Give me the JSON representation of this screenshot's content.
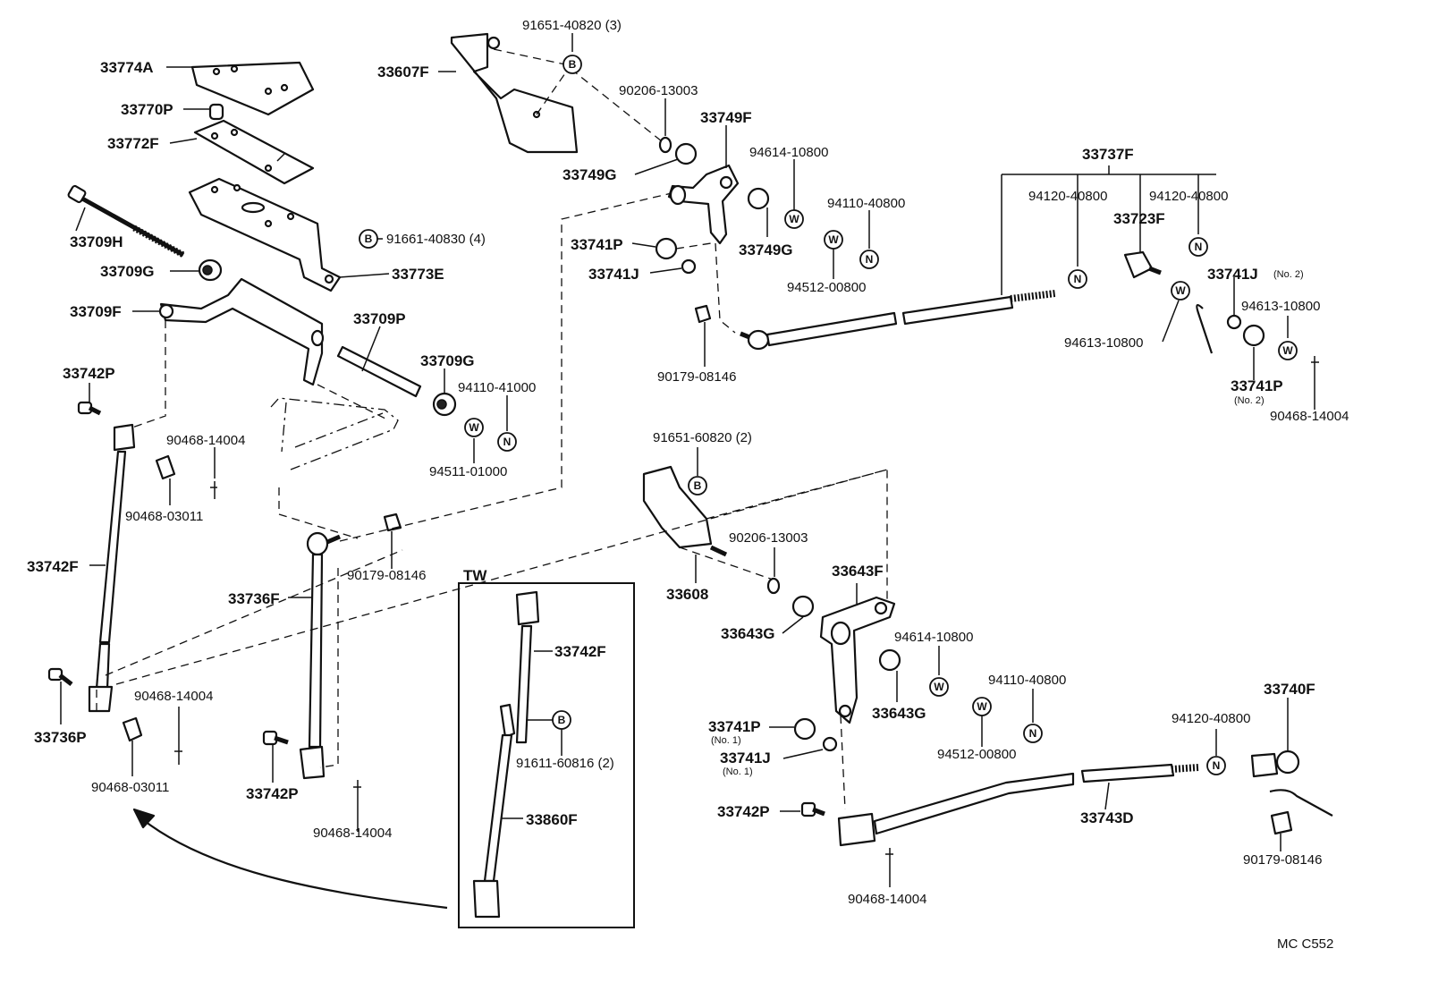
{
  "labels": {
    "p33774A": "33774A",
    "p33770P": "33770P",
    "p33772F": "33772F",
    "p33709H": "33709H",
    "p33709G_a": "33709G",
    "p33709F": "33709F",
    "p33742P_a": "33742P",
    "p33742F_a": "33742F",
    "p33736P": "33736P",
    "p90468_03011_a": "90468-03011",
    "p90468_14004_a": "90468-14004",
    "p90468_14004_b": "90468-14004",
    "p90468_03011_b": "90468-03011",
    "p33607F": "33607F",
    "p91651_40820": "91651-40820 (3)",
    "p90206_13003_a": "90206-13003",
    "p33749F": "33749F",
    "p33749G_a": "33749G",
    "p33749G_b": "33749G",
    "p94614_10800_a": "94614-10800",
    "p94110_40800_a": "94110-40800",
    "p94512_00800_a": "94512-00800",
    "p91661_40830": "91661-40830 (4)",
    "p33773E": "33773E",
    "p33741P_a": "33741P",
    "p33741J_a": "33741J",
    "p90179_08146_a": "90179-08146",
    "p33709P": "33709P",
    "p33709G_b": "33709G",
    "p94110_41000": "94110-41000",
    "p94511_01000": "94511-01000",
    "p33737F": "33737F",
    "p94120_40800_a": "94120-40800",
    "p94120_40800_b": "94120-40800",
    "p33723F": "33723F",
    "p33741J_b": "33741J",
    "p33741J_b_note": "(No. 2)",
    "p94613_10800_a": "94613-10800",
    "p94613_10800_b": "94613-10800",
    "p33741P_b": "33741P",
    "p33741P_b_note": "(No. 2)",
    "p90468_14004_c": "90468-14004",
    "p91651_60820": "91651-60820 (2)",
    "p90179_08146_b": "90179-08146",
    "p33736F": "33736F",
    "p33742P_b": "33742P",
    "p90468_14004_d": "90468-14004",
    "tw": "TW",
    "p33742F_b": "33742F",
    "p91611_60816": "91611-60816 (2)",
    "p33860F": "33860F",
    "p33608": "33608",
    "p90206_13003_b": "90206-13003",
    "p33643F": "33643F",
    "p33643G_a": "33643G",
    "p33643G_b": "33643G",
    "p94614_10800_b": "94614-10800",
    "p94110_40800_b": "94110-40800",
    "p94512_00800_b": "94512-00800",
    "p33741P_c": "33741P",
    "p33741P_c_note": "(No. 1)",
    "p33741J_c": "33741J",
    "p33741J_c_note": "(No. 1)",
    "p33742P_c": "33742P",
    "p90468_14004_e": "90468-14004",
    "p33743D": "33743D",
    "p94120_40800_c": "94120-40800",
    "p33740F": "33740F",
    "p90179_08146_c": "90179-08146",
    "footer_code": "MC  C552"
  },
  "symbols": {
    "bolt": "B",
    "washer": "W",
    "nut": "N"
  }
}
